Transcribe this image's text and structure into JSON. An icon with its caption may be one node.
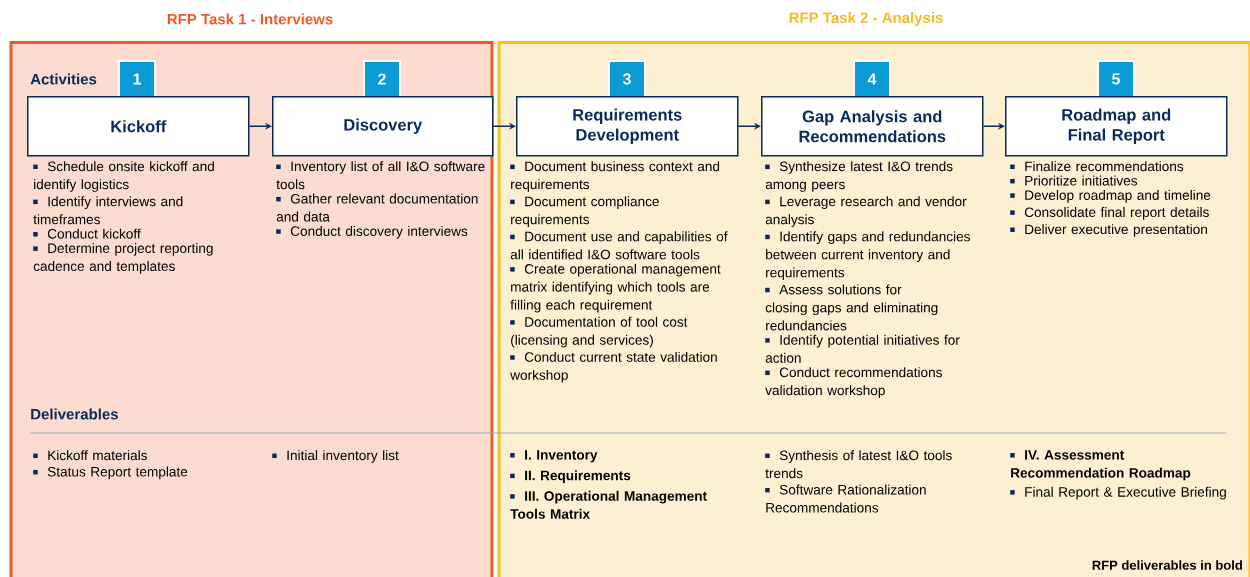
{
  "diagram": {
    "nodes": [
      {
        "text": [
          "RFP Task 1 - Interviews"
        ]
      },
      {
        "text": [
          "RFP Task 2 - Analysis"
        ]
      },
      {
        "text": [
          "1"
        ],
        "in": 0
      },
      {
        "text": [
          "Kickoff"
        ],
        "in": 0,
        "beside": [
          "Schedule onsite kickoff and identify logistics",
          "Identify interviews and timeframes",
          "Conduct kickoff",
          "Determine project reporting cadence and templates"
        ]
      },
      {
        "text": [
          "2"
        ],
        "in": 0
      },
      {
        "text": [
          "Discovery"
        ],
        "in": 0,
        "beside": [
          "Inventory list of all I&O software tools",
          "Gather relevant documentation and data",
          "Conduct discovery interviews"
        ]
      },
      {
        "text": [
          "3"
        ],
        "in": 1
      },
      {
        "text": [
          "Requirements Development"
        ],
        "in": 1,
        "beside": [
          "Document business context and requirements",
          "Document compliance requirements",
          "Document use and capabilities of all identified I&O software tools",
          "Create operational management matrix identifying which tools are filling each requirement",
          "Documentation of tool cost (licensing and services)",
          "Conduct current state validation workshop"
        ]
      },
      {
        "text": [
          "4"
        ],
        "in": 1
      },
      {
        "text": [
          "Gap Analysis and Recommendations"
        ],
        "in": 1,
        "beside": [
          "Synthesize latest I&O trends among peers",
          "Leverage research and vendor analysis",
          "Identify gaps and redundancies between current inventory and requirements",
          "Assess solutions for closing gaps and eliminating redundancies",
          "Identify potential initiatives for action",
          "Conduct recommendations validation workshop"
        ]
      },
      {
        "text": [
          "5"
        ],
        "in": 1
      },
      {
        "text": [
          "Roadmap and Final Report"
        ],
        "in": 1,
        "beside": [
          "Finalize recommendations",
          "Prioritize initiatives",
          "Develop roadmap and timeline",
          "Consolidate final report details",
          "Deliver executive presentation"
        ]
      }
    ],
    "edges": [
      {
        "from": 3,
        "to": 5,
        "arrow": "to"
      },
      {
        "from": 5,
        "to": 7,
        "arrow": "to"
      },
      {
        "from": 7,
        "to": 9,
        "arrow": "to"
      },
      {
        "from": 9,
        "to": 11,
        "arrow": "to"
      }
    ],
    "labels": [
      "Activities",
      "Deliverables",
      "Kickoff materials",
      "Status Report template",
      "Initial inventory list",
      "**I. Inventory**",
      "**II. Requirements**",
      "**III. Operational Management Tools Matrix**",
      "Synthesis of latest I&O tools trends",
      "Software Rationalization Recommendations",
      "**IV. Assessment Recommendation Roadmap**",
      "Final Report & Executive Briefing",
      "RFP deliverables in bold"
    ]
  }
}
